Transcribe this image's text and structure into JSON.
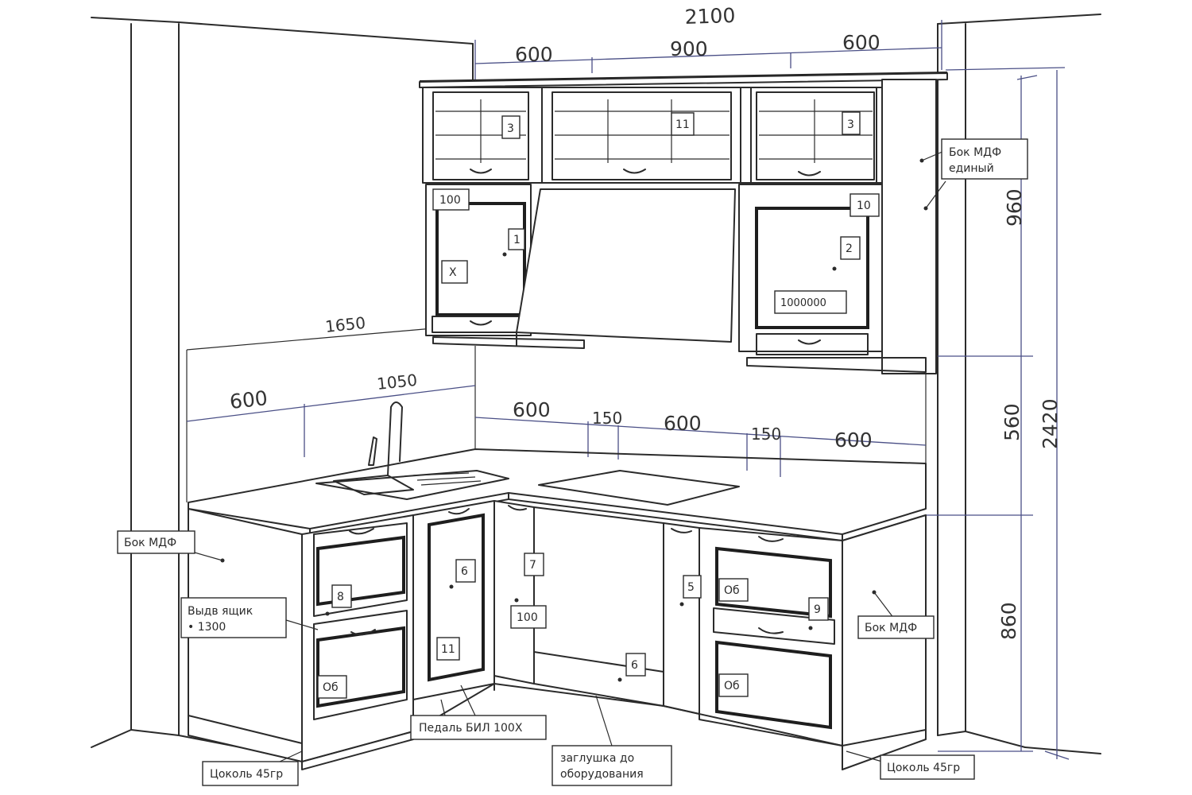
{
  "dimensions": {
    "top_total": "2100",
    "top_left": "600",
    "top_mid": "900",
    "top_right": "600",
    "left_wall_upper": "1650",
    "left_wall_total": "1050",
    "left_wall_600": "600",
    "back_1": "600",
    "back_2": "150",
    "back_3": "600",
    "back_4": "150",
    "back_5": "600",
    "height_upper": "960",
    "height_total": "2420",
    "height_mid": "560",
    "height_lower": "860"
  },
  "labels": {
    "upper_left_glass": "3",
    "upper_mid_glass": "11",
    "upper_right_glass": "3",
    "upper_left_corner": "100",
    "upper_left_door": "1",
    "upper_left_x": "X",
    "upper_right_small": "10",
    "upper_right_door": "2",
    "upper_right_plate": "1000000",
    "mdf_top_line1": "Бок МДФ",
    "mdf_top_line2": "единый",
    "mdf_left": "Бок МДФ",
    "mdf_right": "Бок МДФ",
    "left_side_line1": "Выдв ящик",
    "left_side_line2": "• 1300",
    "base_8": "8",
    "base_6": "6",
    "base_11": "11",
    "base_od_left": "Об",
    "base_7": "7",
    "base_100": "100",
    "base_6b": "6",
    "base_5": "5",
    "base_od_right_top": "Об",
    "base_9": "9",
    "base_od_right_bottom": "Об",
    "plinth_left": "Цоколь 45гр",
    "plinth_right": "Цоколь 45гр",
    "pedal": "Педаль БИЛ 100Х",
    "bottom_note_line1": "заглушка до",
    "bottom_note_line2": "оборудования"
  }
}
